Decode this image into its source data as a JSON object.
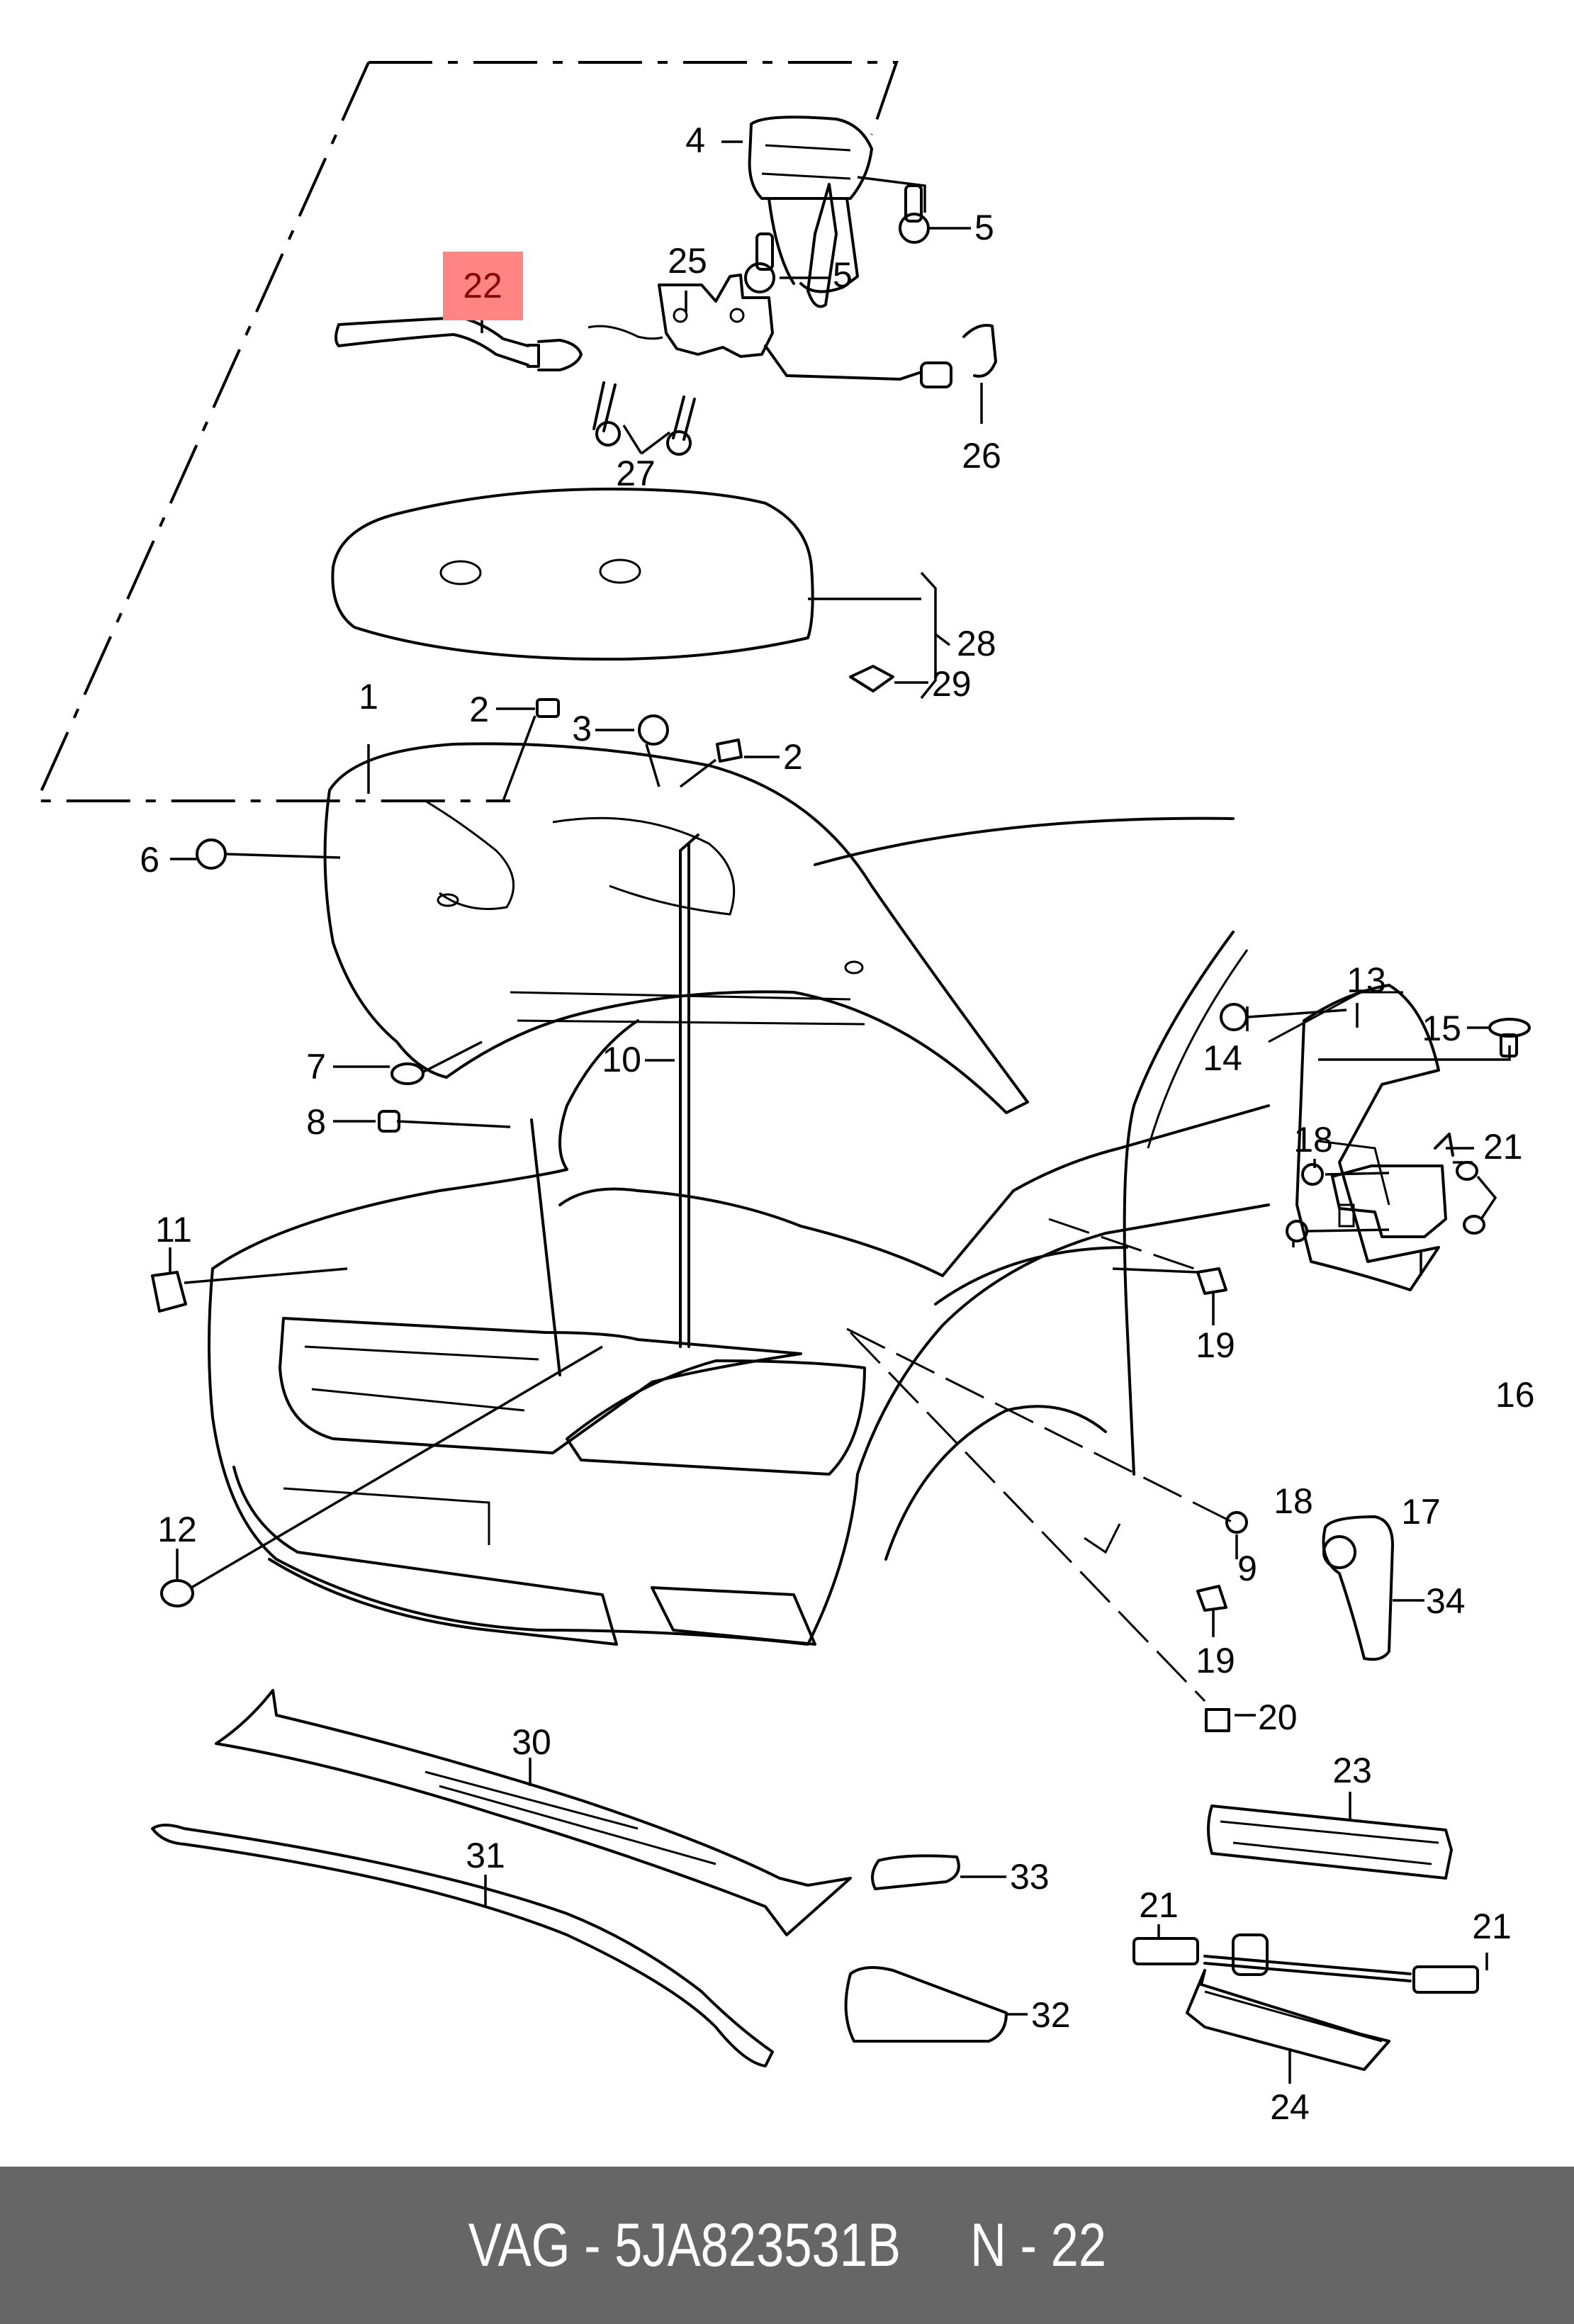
{
  "diagram": {
    "highlighted_part": "22",
    "highlight_color": "#ff8585",
    "highlight_text_color": "#8b0000",
    "callouts": {
      "c1": "1",
      "c2a": "2",
      "c2b": "2",
      "c3": "3",
      "c4": "4",
      "c5a": "5",
      "c5b": "5",
      "c6": "6",
      "c7": "7",
      "c8": "8",
      "c9": "9",
      "c10": "10",
      "c11": "11",
      "c12": "12",
      "c13": "13",
      "c14": "14",
      "c15": "15",
      "c16": "16",
      "c17": "17",
      "c18a": "18",
      "c18b": "18",
      "c19a": "19",
      "c19b": "19",
      "c20": "20",
      "c21a": "21",
      "c21b": "21",
      "c21c": "21",
      "c22": "22",
      "c23": "23",
      "c24": "24",
      "c25": "25",
      "c26": "26",
      "c27": "27",
      "c28": "28",
      "c29": "29",
      "c30": "30",
      "c31": "31",
      "c32": "32",
      "c33": "33",
      "c34": "34"
    }
  },
  "footer": {
    "brand": "VAG",
    "part_number": "5JA823531B",
    "position": "N - 22",
    "text": "VAG - 5JA823531B     N - 22"
  }
}
